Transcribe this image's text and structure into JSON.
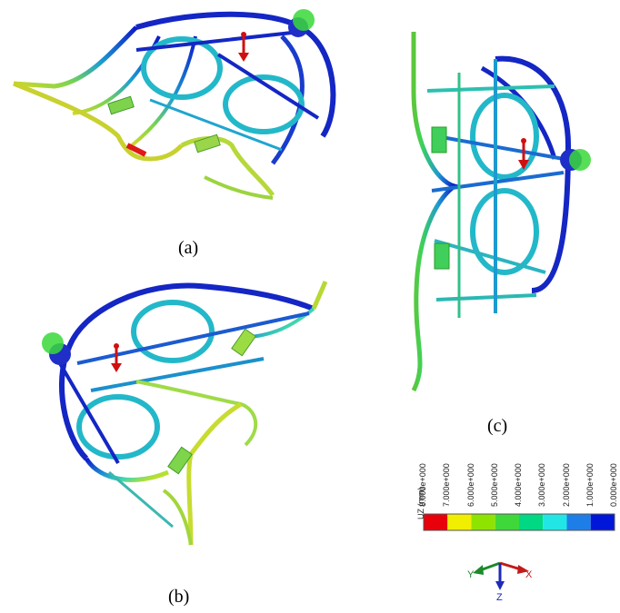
{
  "panels": [
    {
      "label": "(a)"
    },
    {
      "label": "(b)"
    },
    {
      "label": "(c)"
    }
  ],
  "legend": {
    "title": "UZ (mm)",
    "ticks": [
      "8.000e+000",
      "7.000e+000",
      "6.000e+000",
      "5.000e+000",
      "4.000e+000",
      "3.000e+000",
      "2.000e+000",
      "1.000e+000",
      "0.000e+000"
    ],
    "colors": [
      "#e8000b",
      "#f2ee00",
      "#8fe300",
      "#3fd83a",
      "#00d884",
      "#22e6e6",
      "#1e7ee8",
      "#0016d8"
    ]
  },
  "triad": {
    "x": "X",
    "y": "Y",
    "z": "Z"
  },
  "colors": {
    "frame_dark": "#1a2fb8",
    "frame_mid": "#1ea8c8",
    "frame_light": "#6cd24c",
    "load": "#d01010",
    "support": "#3ad83a"
  }
}
